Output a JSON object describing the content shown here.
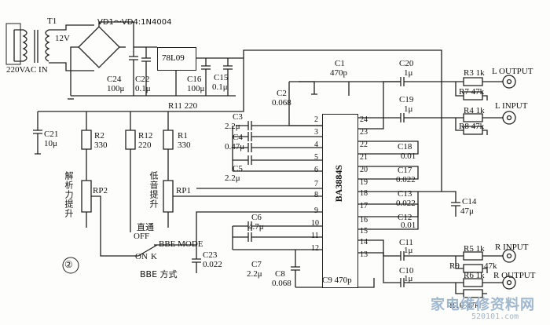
{
  "figure_number": "②",
  "power": {
    "transformer": "T1",
    "transformer_voltage": "12V",
    "ac_input": "220VAC IN",
    "rectifier": "VD1～VD4:1N4004",
    "regulator": "78L09",
    "c24": "C24",
    "c24_val": "100μ",
    "c22": "C22",
    "c22_val": "0.1μ",
    "c16": "C16",
    "c16_val": "100μ",
    "c15": "C15",
    "c15_val": "0.1μ"
  },
  "left_section": {
    "r11": "R11 220",
    "c21": "C21",
    "c21_val": "10μ",
    "r2": "R2",
    "r2_val": "330",
    "r12": "R12",
    "r12_val": "220",
    "r1": "R1",
    "r1_val": "330",
    "rp2": "RP2",
    "rp1": "RP1",
    "lift_label": "解析力提升",
    "bass_label": "低音提升",
    "bypass": "直通",
    "off": "OFF",
    "on": "ON",
    "k": "K",
    "bbe_mode": "BBE MODE",
    "bbe_way": "BBE 方式",
    "c23": "C23",
    "c23_val": "0.022"
  },
  "ic": {
    "name": "BA3884S",
    "left_pins": [
      "2",
      "3",
      "4",
      "5",
      "6",
      "7",
      "8",
      "9",
      "10",
      "11",
      "12"
    ],
    "right_pins": [
      "24",
      "23",
      "22",
      "21",
      "20",
      "19",
      "18",
      "17",
      "16",
      "15",
      "14",
      "13"
    ]
  },
  "caps": {
    "c1": "C1",
    "c1_val": "470p",
    "c2": "C2",
    "c2_val": "0.068",
    "c3": "C3",
    "c3_val": "2.2μ",
    "c4": "C4",
    "c4_val": "0.47μ",
    "c5": "C5",
    "c5_val": "2.2μ",
    "c6": "C6",
    "c6_val": "4.7μ",
    "c7": "C7",
    "c7_val": "2.2μ",
    "c8": "C8",
    "c8_val": "0.068",
    "c9": "C9 470p",
    "c10": "C10",
    "c10_val": "1μ",
    "c11": "C11",
    "c11_val": "1μ",
    "c12": "C12",
    "c12_val": "0.01",
    "c13": "C13",
    "c13_val": "0.022",
    "c14": "C14",
    "c14_val": "47μ",
    "c17": "C17",
    "c17_val": "0.022",
    "c18": "C18",
    "c18_val": "0.01",
    "c19": "C19",
    "c19_val": "1μ",
    "c20": "C20",
    "c20_val": "1μ"
  },
  "outputs": {
    "r3": "R3 1k",
    "r7": "R7 47k",
    "r4": "R4 1k",
    "r8": "R8 47k",
    "r5": "R5 1k",
    "r9": "R9",
    "r9_val": "47k",
    "r6": "R6 1k",
    "r10": "R10 47k",
    "l_output": "L OUTPUT",
    "l_input": "L INPUT",
    "r_input": "R INPUT",
    "r_output": "R OUTPUT"
  },
  "watermark": {
    "brand": "家电维修资料网",
    "url": "520101.com"
  }
}
